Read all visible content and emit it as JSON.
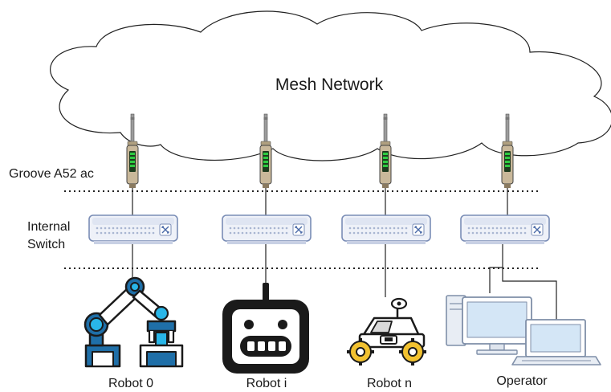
{
  "cloud": {
    "label": "Mesh Network"
  },
  "layers": {
    "radio": {
      "label": "Groove A52 ac"
    },
    "switch": {
      "label_line1": "Internal",
      "label_line2": "Switch"
    }
  },
  "nodes": [
    {
      "id": "robot-0",
      "label": "Robot 0",
      "icon": "robot-arm-icon"
    },
    {
      "id": "robot-i",
      "label": "Robot i",
      "icon": "robot-face-icon"
    },
    {
      "id": "robot-n",
      "label": "Robot n",
      "icon": "rover-icon"
    },
    {
      "id": "operator",
      "label": "Operator",
      "icon": "computer-workstation-icon"
    }
  ],
  "colors": {
    "outline": "#1a1a1a",
    "robot_blue": "#1f6fa8",
    "robot_cyan": "#29b6e8",
    "switch_fill": "#eef1f8",
    "switch_stroke": "#7a8db6",
    "radio_body": "#c9b89a",
    "radio_led": "#2ecc40",
    "rover_yellow": "#f2c230",
    "monitor_blue": "#d4e6f6"
  }
}
